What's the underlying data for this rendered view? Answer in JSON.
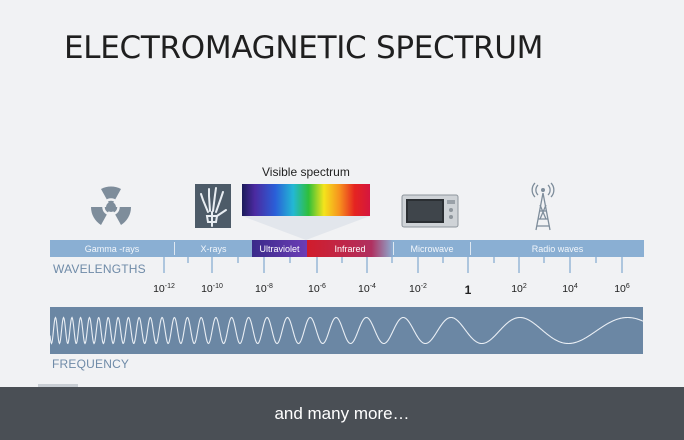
{
  "title": "ELECTROMAGNETIC SPECTRUM",
  "visible_spectrum_label": "Visible spectrum",
  "bands": [
    {
      "label": "Gamma -rays"
    },
    {
      "label": "X-rays"
    },
    {
      "label": "Ultraviolet"
    },
    {
      "label": "Infrared"
    },
    {
      "label": "Microwave"
    },
    {
      "label": "Radio waves"
    }
  ],
  "wavelengths_label": "WAVELENGTHS",
  "frequency_label": "FREQUENCY",
  "ticks": [
    {
      "base": "10",
      "exp": "-12"
    },
    {
      "base": "10",
      "exp": "-10"
    },
    {
      "base": "10",
      "exp": "-8"
    },
    {
      "base": "10",
      "exp": "-6"
    },
    {
      "base": "10",
      "exp": "-4"
    },
    {
      "base": "10",
      "exp": "-2"
    },
    {
      "base": "1",
      "exp": ""
    },
    {
      "base": "10",
      "exp": "2"
    },
    {
      "base": "10",
      "exp": "4"
    },
    {
      "base": "10",
      "exp": "6"
    }
  ],
  "caption": "and many more…",
  "icons": [
    "radiation-icon",
    "xray-hand-icon",
    "microwave-oven-icon",
    "radio-tower-icon"
  ],
  "colors": {
    "band_bar": "#8aafd3",
    "wave_panel": "#6b87a4",
    "caption_bar": "#4a4f55",
    "ultraviolet": "#5b35a8",
    "infrared": "#d11c2b"
  }
}
